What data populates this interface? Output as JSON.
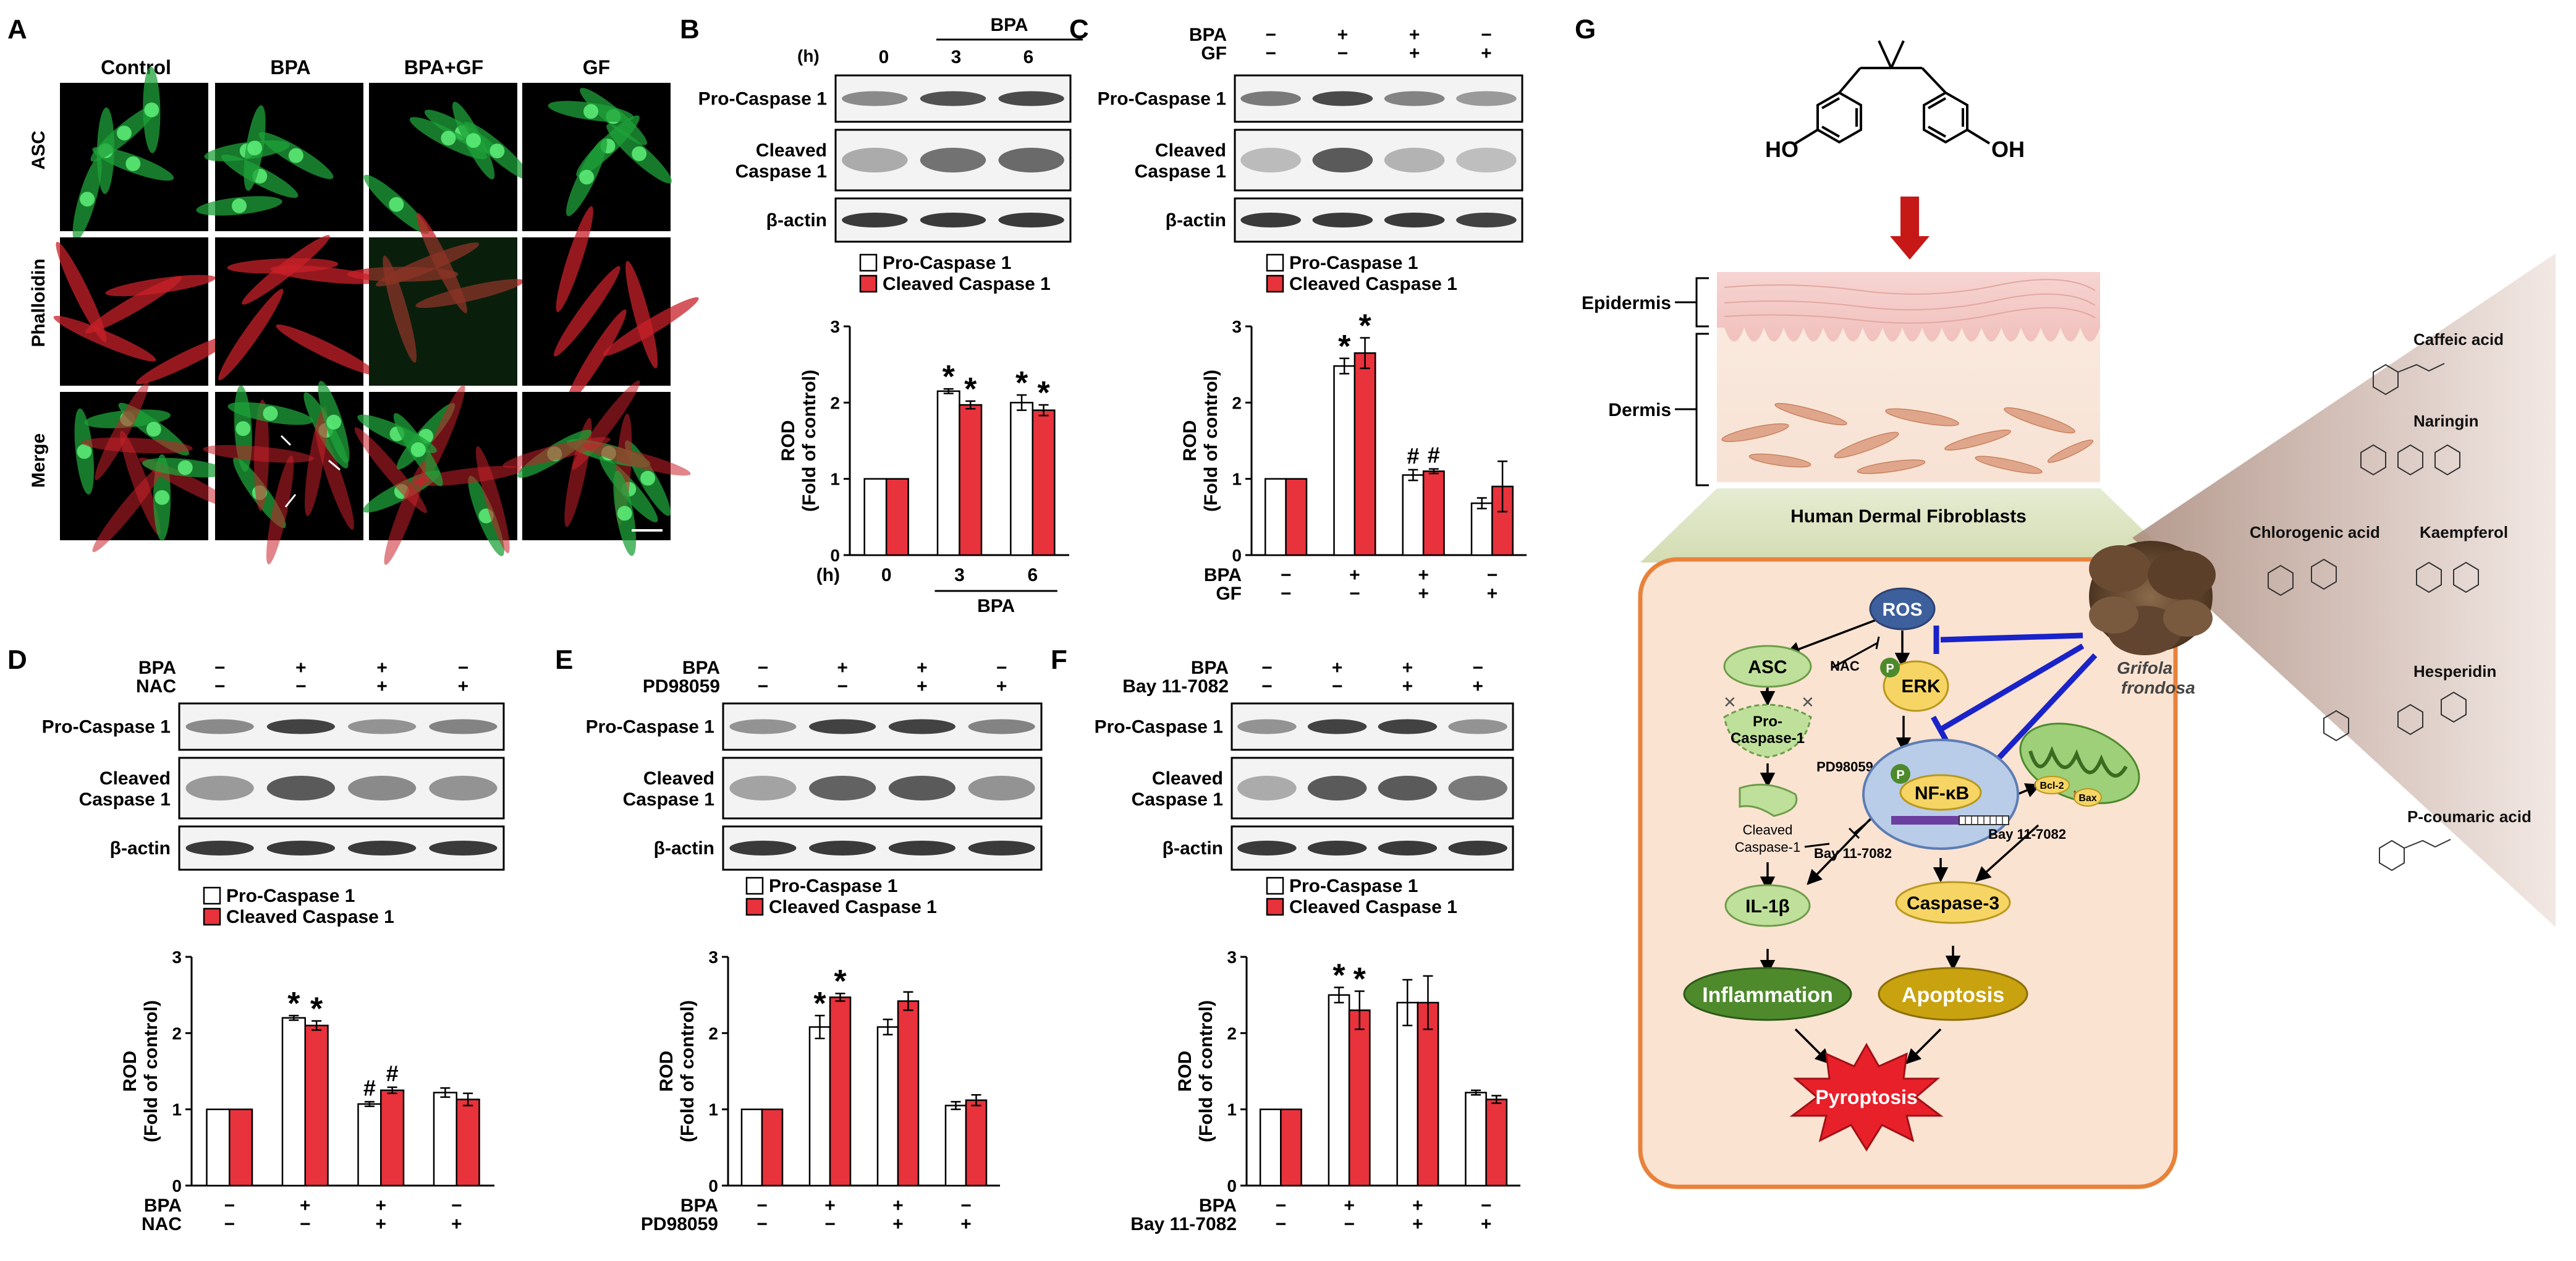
{
  "panel_letters": [
    "A",
    "B",
    "C",
    "D",
    "E",
    "F",
    "G"
  ],
  "panel_a": {
    "columns": [
      "Control",
      "BPA",
      "BPA+GF",
      "GF"
    ],
    "rows": [
      "ASC",
      "Phalloidin",
      "Merge"
    ]
  },
  "legend": {
    "white": "Pro-Caspase 1",
    "red": "Cleaved Caspase 1"
  },
  "blot_labels": {
    "pro": "Pro-Caspase 1",
    "cleaved_1": "Cleaved",
    "cleaved_2": "Caspase 1",
    "actin": "β-actin"
  },
  "axis": {
    "ylabel_1": "ROD",
    "ylabel_2": "(Fold of control)",
    "ticks": [
      "0",
      "1",
      "2",
      "3"
    ],
    "hour_unit": "(h)"
  },
  "sign": {
    "plus": "+",
    "minus": "−"
  },
  "marks": {
    "star": "*",
    "hash": "#"
  },
  "chart_data": [
    {
      "panel": "B",
      "type": "bar",
      "ylim": [
        0,
        3
      ],
      "categories": [
        "0",
        "3",
        "6"
      ],
      "treatment_label": "BPA",
      "time_row_label": "(h)",
      "series": [
        {
          "name": "Pro-Caspase 1",
          "values": [
            1.0,
            2.15,
            2.0
          ],
          "errors": [
            0,
            0.03,
            0.1
          ],
          "marks": [
            "",
            "*",
            "*"
          ]
        },
        {
          "name": "Cleaved Caspase 1",
          "values": [
            1.0,
            1.97,
            1.9
          ],
          "errors": [
            0,
            0.05,
            0.07
          ],
          "marks": [
            "",
            "*",
            "*"
          ]
        }
      ]
    },
    {
      "panel": "C",
      "type": "bar",
      "ylim": [
        0,
        3
      ],
      "treatments": [
        {
          "label": "BPA",
          "signs": [
            "−",
            "+",
            "+",
            "−"
          ]
        },
        {
          "label": "GF",
          "signs": [
            "−",
            "−",
            "+",
            "+"
          ]
        }
      ],
      "series": [
        {
          "name": "Pro-Caspase 1",
          "values": [
            1.0,
            2.48,
            1.05,
            0.68
          ],
          "errors": [
            0,
            0.1,
            0.07,
            0.07
          ],
          "marks": [
            "",
            "*",
            "#",
            ""
          ]
        },
        {
          "name": "Cleaved Caspase 1",
          "values": [
            1.0,
            2.65,
            1.1,
            0.9
          ],
          "errors": [
            0,
            0.2,
            0.03,
            0.33
          ],
          "marks": [
            "",
            "*",
            "#",
            ""
          ]
        }
      ]
    },
    {
      "panel": "D",
      "type": "bar",
      "ylim": [
        0,
        3
      ],
      "treatments": [
        {
          "label": "BPA",
          "signs": [
            "−",
            "+",
            "+",
            "−"
          ]
        },
        {
          "label": "NAC",
          "signs": [
            "−",
            "−",
            "+",
            "+"
          ]
        }
      ],
      "series": [
        {
          "name": "Pro-Caspase 1",
          "values": [
            1.0,
            2.2,
            1.07,
            1.22
          ],
          "errors": [
            0,
            0.03,
            0.03,
            0.06
          ],
          "marks": [
            "",
            "*",
            "#",
            ""
          ]
        },
        {
          "name": "Cleaved Caspase 1",
          "values": [
            1.0,
            2.1,
            1.25,
            1.13
          ],
          "errors": [
            0,
            0.06,
            0.04,
            0.08
          ],
          "marks": [
            "",
            "*",
            "#",
            ""
          ]
        }
      ]
    },
    {
      "panel": "E",
      "type": "bar",
      "ylim": [
        0,
        3
      ],
      "treatments": [
        {
          "label": "BPA",
          "signs": [
            "−",
            "+",
            "+",
            "−"
          ]
        },
        {
          "label": "PD98059",
          "signs": [
            "−",
            "−",
            "+",
            "+"
          ]
        }
      ],
      "series": [
        {
          "name": "Pro-Caspase 1",
          "values": [
            1.0,
            2.08,
            2.08,
            1.05
          ],
          "errors": [
            0,
            0.15,
            0.1,
            0.05
          ],
          "marks": [
            "",
            "*",
            "",
            ""
          ]
        },
        {
          "name": "Cleaved Caspase 1",
          "values": [
            1.0,
            2.47,
            2.42,
            1.12
          ],
          "errors": [
            0,
            0.05,
            0.12,
            0.07
          ],
          "marks": [
            "",
            "*",
            "",
            ""
          ]
        }
      ]
    },
    {
      "panel": "F",
      "type": "bar",
      "ylim": [
        0,
        3
      ],
      "treatments": [
        {
          "label": "BPA",
          "signs": [
            "−",
            "+",
            "+",
            "−"
          ]
        },
        {
          "label": "Bay 11-7082",
          "signs": [
            "−",
            "−",
            "+",
            "+"
          ]
        }
      ],
      "series": [
        {
          "name": "Pro-Caspase 1",
          "values": [
            1.0,
            2.5,
            2.4,
            1.22
          ],
          "errors": [
            0,
            0.1,
            0.3,
            0.03
          ],
          "marks": [
            "",
            "*",
            "",
            ""
          ]
        },
        {
          "name": "Cleaved Caspase 1",
          "values": [
            1.0,
            2.3,
            2.4,
            1.13
          ],
          "errors": [
            0,
            0.25,
            0.35,
            0.05
          ],
          "marks": [
            "",
            "*",
            "",
            ""
          ]
        }
      ]
    }
  ],
  "schematic": {
    "layers": [
      "Epidermis",
      "Dermis"
    ],
    "cell_title": "Human Dermal Fibroblasts",
    "ho": "HO",
    "oh": "OH",
    "mushroom_1": "Grifola",
    "mushroom_2": "frondosa",
    "nodes": {
      "ros": "ROS",
      "asc": "ASC",
      "erk": "ERK",
      "p": "P",
      "pro_casp_1": "Pro-",
      "pro_casp_2": "Caspase-1",
      "cleaved_1": "Cleaved",
      "cleaved_2": "Caspase-1",
      "nfkb": "NF-κB",
      "il1b": "IL-1β",
      "casp3": "Caspase-3",
      "inflammation": "Inflammation",
      "apoptosis": "Apoptosis",
      "pyroptosis": "Pyroptosis",
      "bcl2": "Bcl-2",
      "bax": "Bax"
    },
    "inhibitors": {
      "nac": "NAC",
      "pd": "PD98059",
      "bay_1": "Bay 11-7082",
      "bay_2": "Bay 11-7082"
    },
    "compounds": [
      "Caffeic acid",
      "Naringin",
      "Chlorogenic acid",
      "Kaempferol",
      "Hesperidin",
      "P-coumaric acid"
    ]
  },
  "colors": {
    "bar_red": "#e8323c",
    "bar_white": "#ffffff",
    "cell_fill": "#fbe3d2",
    "cell_border": "#e8823a",
    "ros": "#3d5f9c",
    "node_green": "#bfe09a",
    "nfkb_oval": "#b9cde9",
    "node_yellow": "#f6d565",
    "inflammation": "#4e8a2c",
    "apoptosis": "#c9a20f",
    "pyroptosis": "#e8202a",
    "inhibit_blue": "#1a23c8",
    "arrow_red": "#c71818"
  }
}
